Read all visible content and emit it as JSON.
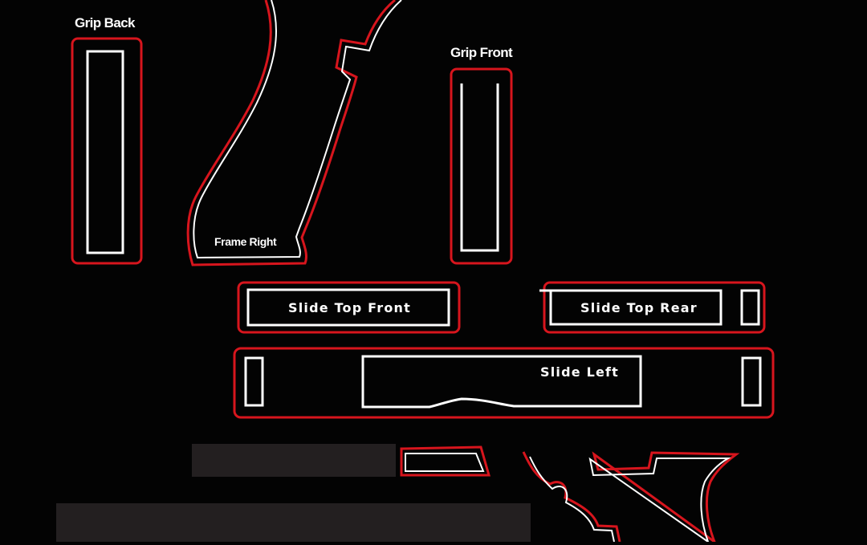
{
  "labels": {
    "grip_back": "Grip Back",
    "grip_front": "Grip Front",
    "frame_right": "Frame Right",
    "slide_top_front": "Slide Top Front",
    "slide_top_rear": "Slide Top Rear",
    "slide_left": "Slide Left"
  },
  "colors": {
    "background": "#030303",
    "outline_red": "#d7151d",
    "outline_white": "#ffffff",
    "redaction_block": "#231f20"
  }
}
